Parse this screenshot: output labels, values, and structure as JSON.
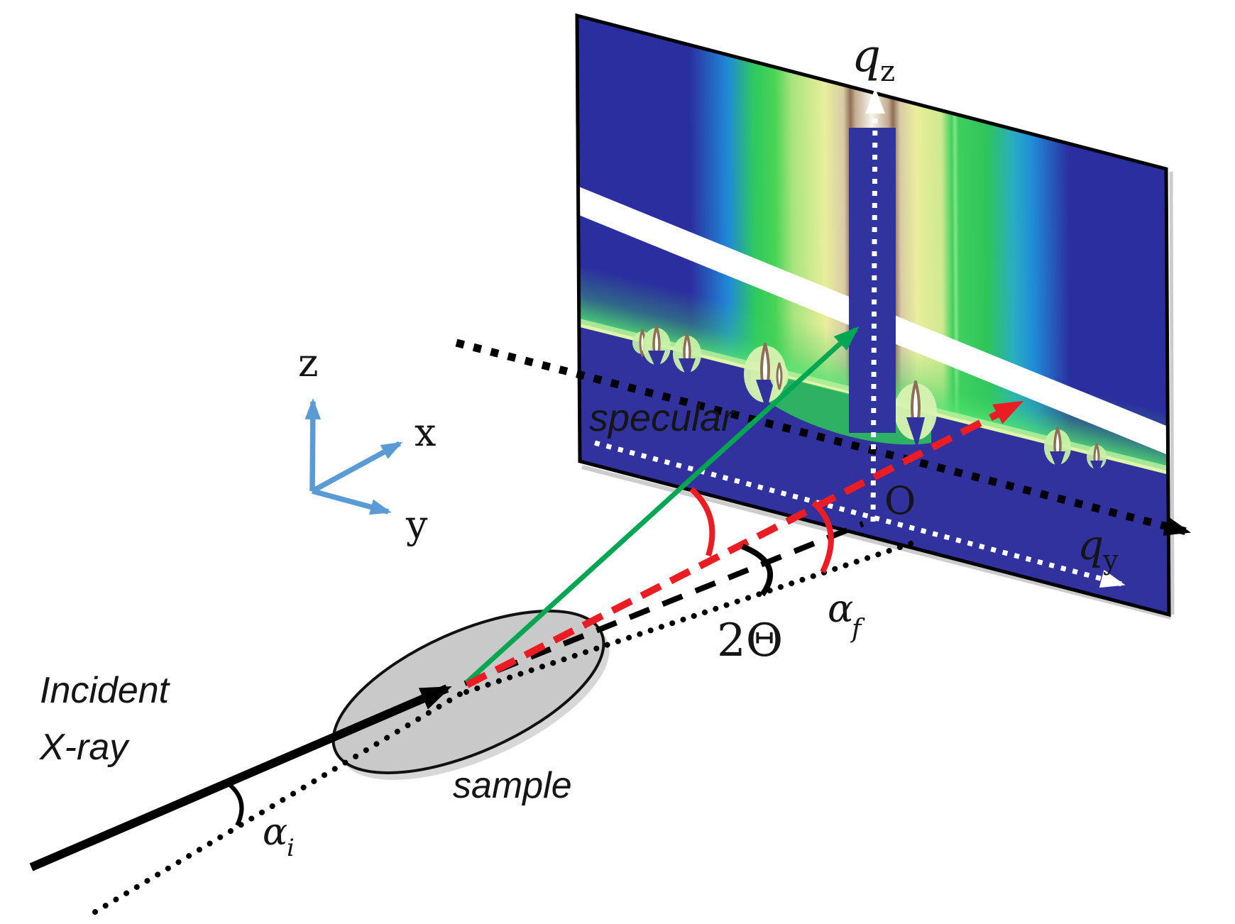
{
  "figure": {
    "type": "grazing-incidence-scattering-geometry-diagram",
    "background": "#ffffff",
    "colors": {
      "incident_beam": "#000000",
      "specular_arrow": "#00a651",
      "exit_beam_red": "#ec1c24",
      "lab_axes_blue": "#5b9bd5",
      "specular_text_green": "#2fb04a",
      "alpha_f_text_red": "#ec1c24",
      "detector_base_blue": "#2b2e9e",
      "detector_shadow_blue": "#31329e",
      "module_gap_white": "#ffffff",
      "reciprocal_axes_white": "#ffffff",
      "sample_gray": "#c9c9c9"
    },
    "labels": {
      "incident_line1": "Incident",
      "incident_line2": "X-ray",
      "sample": "sample",
      "specular": "specular",
      "origin": "O",
      "two_theta": "2Θ",
      "alpha": "α",
      "alpha_i_sub": "i",
      "alpha_f_sub": "f",
      "q": "q",
      "qz_sub": "z",
      "qy_sub": "y",
      "axis_z": "z",
      "axis_x": "x",
      "axis_y": "y"
    }
  }
}
